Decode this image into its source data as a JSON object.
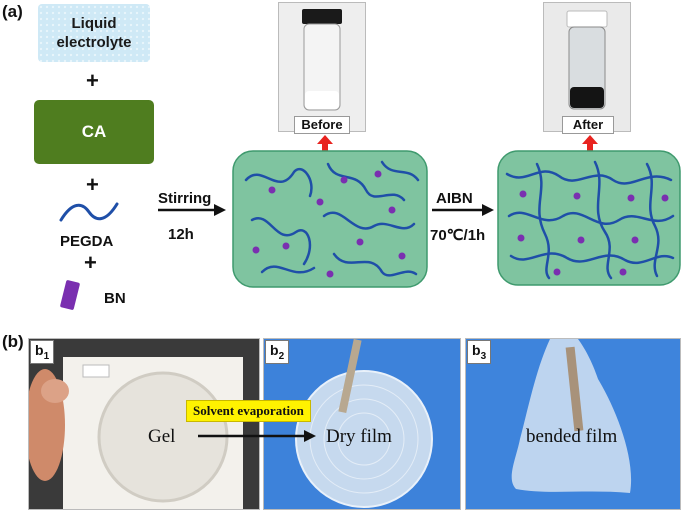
{
  "panel_a": {
    "label": "(a)",
    "liquid_electrolyte": "Liquid electrolyte",
    "ca": "CA",
    "plus": "+",
    "pegda": "PEGDA",
    "bn": "BN",
    "step1_top": "Stirring",
    "step1_bottom": "12h",
    "step2_top": "AIBN",
    "step2_bottom": "70℃/1h",
    "before": "Before",
    "after": "After"
  },
  "panel_b": {
    "label": "(b)",
    "b1": "b",
    "b1_sub": "1",
    "b2": "b",
    "b2_sub": "2",
    "b3": "b",
    "b3_sub": "3",
    "gel": "Gel",
    "solvent_evaporation": "Solvent evaporation",
    "dry_film": "Dry film",
    "bended_film": "bended film"
  },
  "colors": {
    "liquid_box": "#cfe9f6",
    "ca_box": "#4f7d1f",
    "network_bg": "#7fc4a0",
    "polymer_chain": "#1f4fa8",
    "bn_dot": "#7a2fb0",
    "up_arrow": "#e8231f",
    "highlight": "#fff200"
  }
}
